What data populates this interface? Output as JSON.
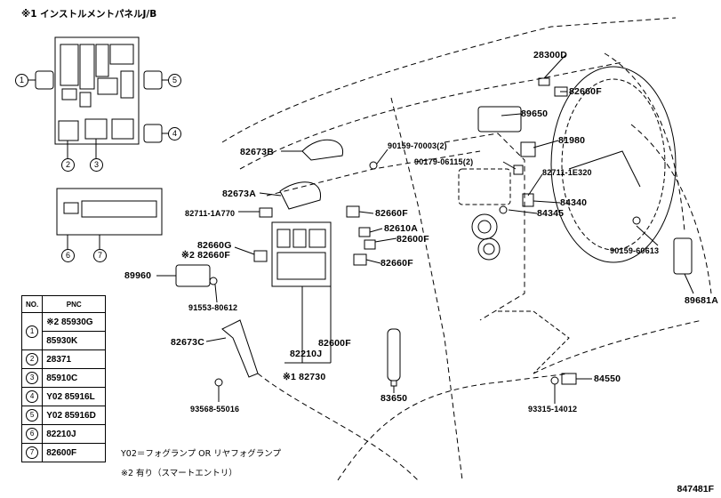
{
  "header": "※1 インストルメントパネルJ/B",
  "figure_number": "847481F",
  "part_labels": [
    {
      "id": "28300D",
      "text": "28300D"
    },
    {
      "id": "82660F_a",
      "text": "82660F"
    },
    {
      "id": "89650",
      "text": "89650"
    },
    {
      "id": "81980",
      "text": "81980"
    },
    {
      "id": "90159-70003",
      "text": "90159-70003(2)"
    },
    {
      "id": "90179-06115",
      "text": "90179-06115(2)"
    },
    {
      "id": "82711-1E320",
      "text": "82711-1E320"
    },
    {
      "id": "82673B",
      "text": "82673B"
    },
    {
      "id": "82673A",
      "text": "82673A"
    },
    {
      "id": "82711-1A770",
      "text": "82711-1A770"
    },
    {
      "id": "82660F_b",
      "text": "82660F"
    },
    {
      "id": "82610A",
      "text": "82610A"
    },
    {
      "id": "82600F_a",
      "text": "82600F"
    },
    {
      "id": "82660G",
      "text": "82660G"
    },
    {
      "id": "82660F_c",
      "text": "※2 82660F"
    },
    {
      "id": "82660F_d",
      "text": "82660F"
    },
    {
      "id": "84340",
      "text": "84340"
    },
    {
      "id": "84345",
      "text": "84345"
    },
    {
      "id": "90159-60613",
      "text": "90159-60613"
    },
    {
      "id": "89681A",
      "text": "89681A"
    },
    {
      "id": "89960",
      "text": "89960"
    },
    {
      "id": "91553-80612",
      "text": "91553-80612"
    },
    {
      "id": "82673C",
      "text": "82673C"
    },
    {
      "id": "82600F_b",
      "text": "82600F"
    },
    {
      "id": "82210J",
      "text": "82210J"
    },
    {
      "id": "82730",
      "text": "※1 82730"
    },
    {
      "id": "83650",
      "text": "83650"
    },
    {
      "id": "84550",
      "text": "84550"
    },
    {
      "id": "93568-55016",
      "text": "93568-55016"
    },
    {
      "id": "93315-14012",
      "text": "93315-14012"
    }
  ],
  "callouts": [
    "1",
    "2",
    "3",
    "4",
    "5",
    "6",
    "7"
  ],
  "table": {
    "headers": [
      "NO.",
      "PNC"
    ],
    "rows": [
      {
        "no": "1",
        "pnc": [
          "※2 85930G",
          "85930K"
        ]
      },
      {
        "no": "2",
        "pnc": [
          "28371"
        ]
      },
      {
        "no": "3",
        "pnc": [
          "85910C"
        ]
      },
      {
        "no": "4",
        "pnc": [
          "Y02 85916L"
        ]
      },
      {
        "no": "5",
        "pnc": [
          "Y02 85916D"
        ]
      },
      {
        "no": "6",
        "pnc": [
          "82210J"
        ]
      },
      {
        "no": "7",
        "pnc": [
          "82600F"
        ]
      }
    ]
  },
  "notes": {
    "y02": "Y02＝フォグランプ OR リヤフォグランプ",
    "note2": "※2 有り（スマートエントリ）"
  }
}
